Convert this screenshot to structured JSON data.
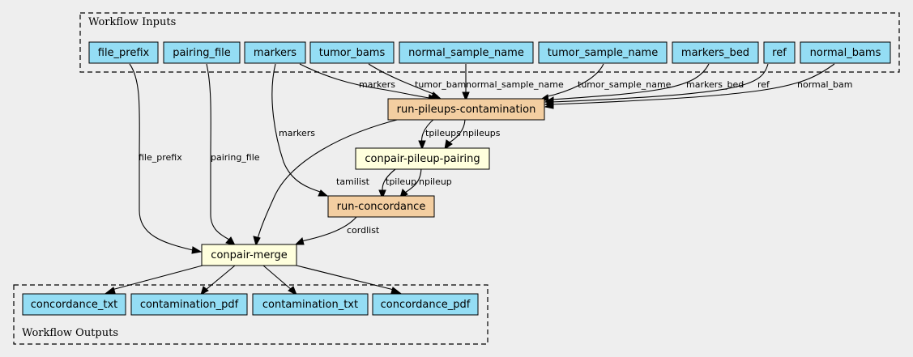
{
  "clusters": {
    "inputs": {
      "label": "Workflow Inputs"
    },
    "outputs": {
      "label": "Workflow Outputs"
    }
  },
  "nodes": {
    "file_prefix": {
      "label": "file_prefix"
    },
    "pairing_file": {
      "label": "pairing_file"
    },
    "markers": {
      "label": "markers"
    },
    "tumor_bams": {
      "label": "tumor_bams"
    },
    "normal_sample_name": {
      "label": "normal_sample_name"
    },
    "tumor_sample_name": {
      "label": "tumor_sample_name"
    },
    "markers_bed": {
      "label": "markers_bed"
    },
    "ref": {
      "label": "ref"
    },
    "normal_bams": {
      "label": "normal_bams"
    },
    "run_pileups_contamination": {
      "label": "run-pileups-contamination"
    },
    "conpair_pileup_pairing": {
      "label": "conpair-pileup-pairing"
    },
    "run_concordance": {
      "label": "run-concordance"
    },
    "conpair_merge": {
      "label": "conpair-merge"
    },
    "concordance_txt": {
      "label": "concordance_txt"
    },
    "contamination_pdf": {
      "label": "contamination_pdf"
    },
    "contamination_txt": {
      "label": "contamination_txt"
    },
    "concordance_pdf": {
      "label": "concordance_pdf"
    }
  },
  "edges": {
    "markers_to_pileups": "markers",
    "tumor_bams_to_pileups": "tumor_bam",
    "normal_sample_name_to_pileups": "normal_sample_name",
    "tumor_sample_name_to_pileups": "tumor_sample_name",
    "markers_bed_to_pileups": "markers_bed",
    "ref_to_pileups": "ref",
    "normal_bams_to_pileups": "normal_bam",
    "pileups_to_pairing_tumor": "tpileups",
    "pileups_to_pairing_normal": "npileups",
    "markers_to_concordance": "markers",
    "file_prefix_to_merge": "file_prefix",
    "pairing_file_to_merge": "pairing_file",
    "pileups_to_merge": "tamilist",
    "pairing_to_concordance_tumor": "tpileup",
    "pairing_to_concordance_normal": "npileup",
    "concordance_to_merge": "cordlist"
  },
  "colors": {
    "background": "#eeeeee",
    "io_node": "#94ddf4",
    "tool_node": "#f3cea1",
    "expression_node": "#ffffdd"
  }
}
